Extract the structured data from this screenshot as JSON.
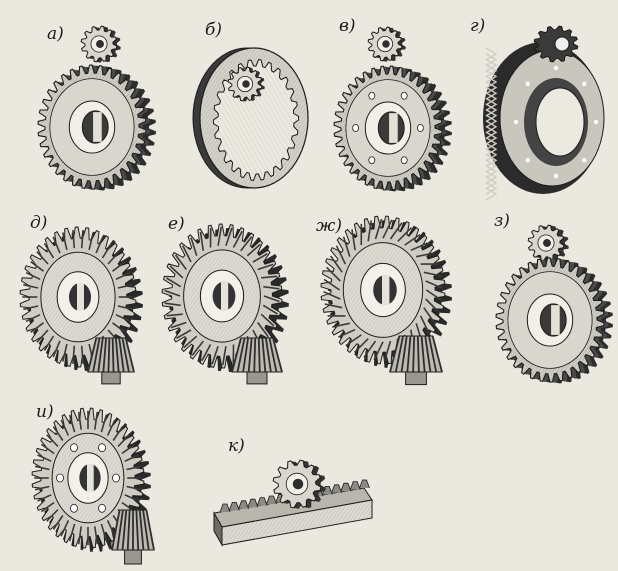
{
  "labels": {
    "a": "а)",
    "b": "б)",
    "v": "в)",
    "g": "г)",
    "d": "д)",
    "e": "е)",
    "zh": "ж)",
    "z": "з)",
    "i": "и)",
    "k": "к)"
  },
  "colors": {
    "paper": "#ebe8df",
    "ink": "#1c1c1c",
    "mid": "#8a8882",
    "light": "#cfccc3"
  }
}
